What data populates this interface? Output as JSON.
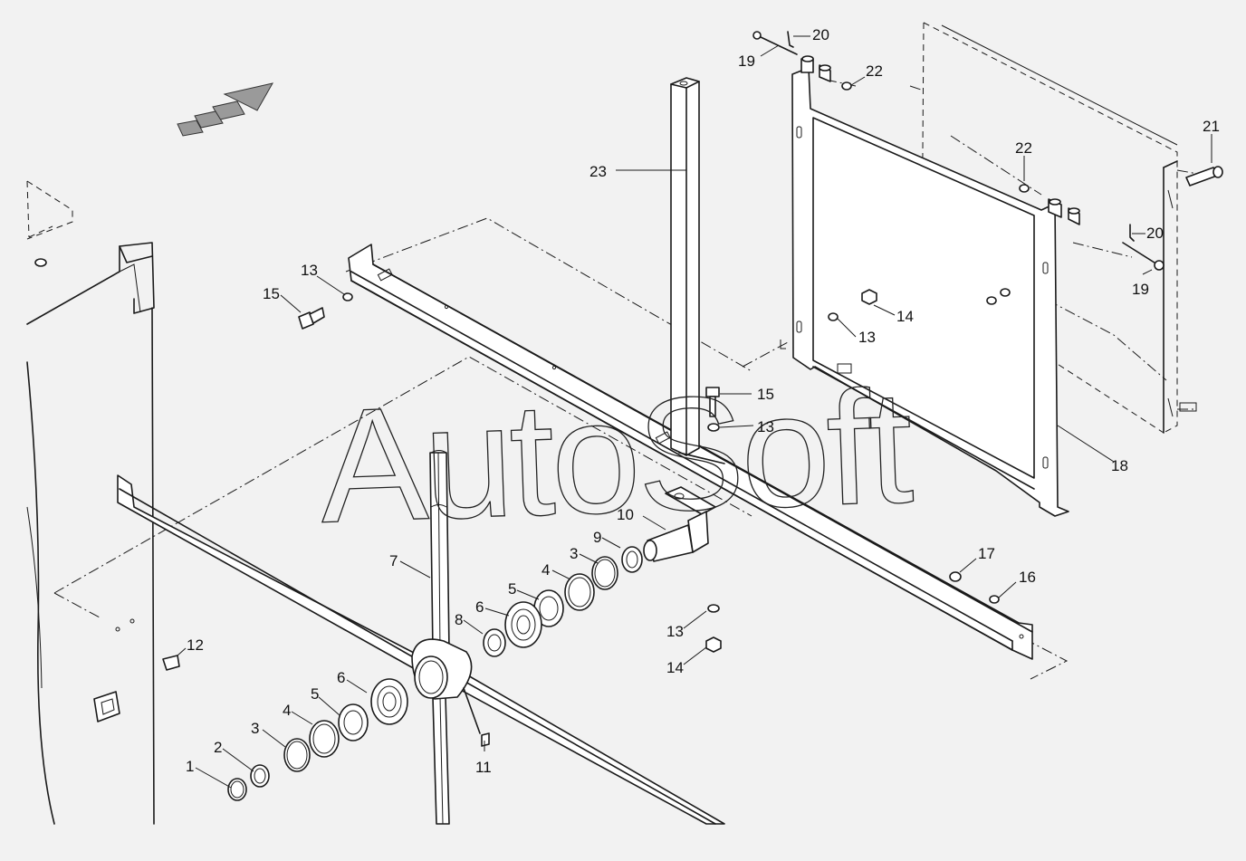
{
  "watermark": "AutoSoft",
  "callouts": [
    {
      "id": "c1",
      "label": "1"
    },
    {
      "id": "c2",
      "label": "2"
    },
    {
      "id": "c3a",
      "label": "3"
    },
    {
      "id": "c3b",
      "label": "3"
    },
    {
      "id": "c4a",
      "label": "4"
    },
    {
      "id": "c4b",
      "label": "4"
    },
    {
      "id": "c5a",
      "label": "5"
    },
    {
      "id": "c5b",
      "label": "5"
    },
    {
      "id": "c6a",
      "label": "6"
    },
    {
      "id": "c6b",
      "label": "6"
    },
    {
      "id": "c7",
      "label": "7"
    },
    {
      "id": "c8",
      "label": "8"
    },
    {
      "id": "c9",
      "label": "9"
    },
    {
      "id": "c10",
      "label": "10"
    },
    {
      "id": "c11",
      "label": "11"
    },
    {
      "id": "c12",
      "label": "12"
    },
    {
      "id": "c13a",
      "label": "13"
    },
    {
      "id": "c13b",
      "label": "13"
    },
    {
      "id": "c13c",
      "label": "13"
    },
    {
      "id": "c13d",
      "label": "13"
    },
    {
      "id": "c14a",
      "label": "14"
    },
    {
      "id": "c14b",
      "label": "14"
    },
    {
      "id": "c15a",
      "label": "15"
    },
    {
      "id": "c15b",
      "label": "15"
    },
    {
      "id": "c16",
      "label": "16"
    },
    {
      "id": "c17",
      "label": "17"
    },
    {
      "id": "c18",
      "label": "18"
    },
    {
      "id": "c19a",
      "label": "19"
    },
    {
      "id": "c19b",
      "label": "19"
    },
    {
      "id": "c20a",
      "label": "20"
    },
    {
      "id": "c20b",
      "label": "20"
    },
    {
      "id": "c21",
      "label": "21"
    },
    {
      "id": "c22a",
      "label": "22"
    },
    {
      "id": "c22b",
      "label": "22"
    },
    {
      "id": "c23",
      "label": "23"
    }
  ],
  "colors": {
    "background": "#f2f2f2",
    "ink": "#1a1a1a",
    "part_fill": "#ffffff"
  }
}
